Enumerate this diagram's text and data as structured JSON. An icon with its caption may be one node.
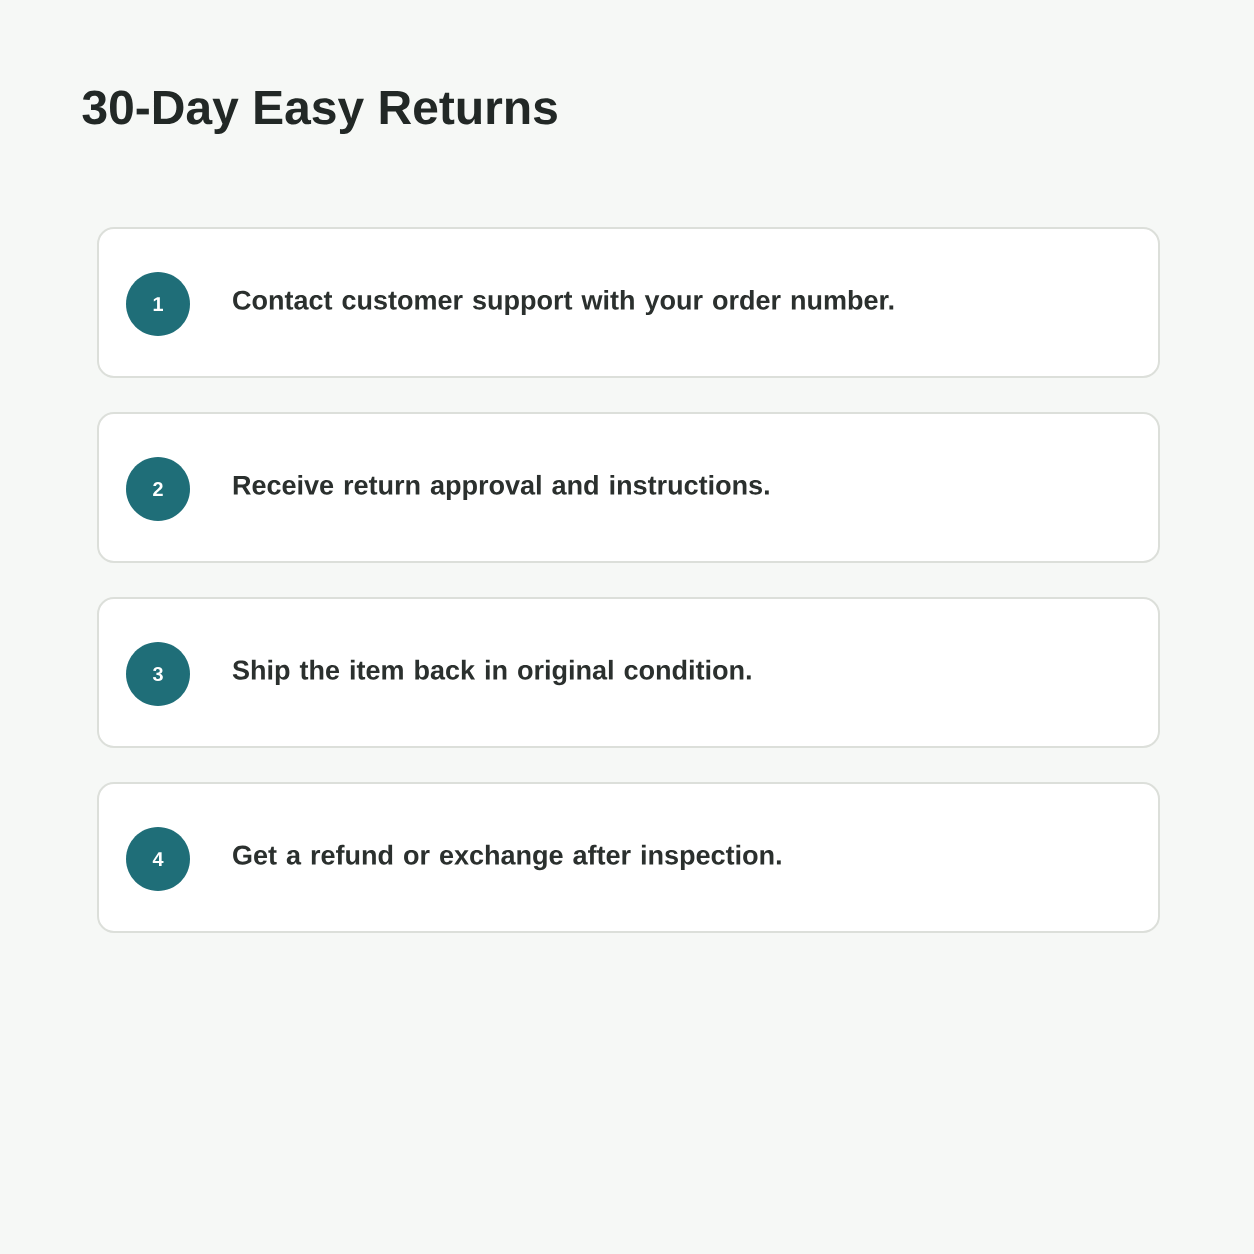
{
  "diagram": {
    "title": "30-Day Easy Returns",
    "nodes": [
      {
        "text": [
          "Contact customer support with your order number."
        ]
      },
      {
        "text": [
          "1"
        ],
        "in": 0
      },
      {
        "text": [
          "Receive return approval and instructions."
        ]
      },
      {
        "text": [
          "2"
        ],
        "in": 2
      },
      {
        "text": [
          "Ship the item back in original condition."
        ]
      },
      {
        "text": [
          "3"
        ],
        "in": 4
      },
      {
        "text": [
          "Get a refund or exchange after inspection."
        ]
      },
      {
        "text": [
          "4"
        ],
        "in": 6
      }
    ],
    "edges": []
  }
}
